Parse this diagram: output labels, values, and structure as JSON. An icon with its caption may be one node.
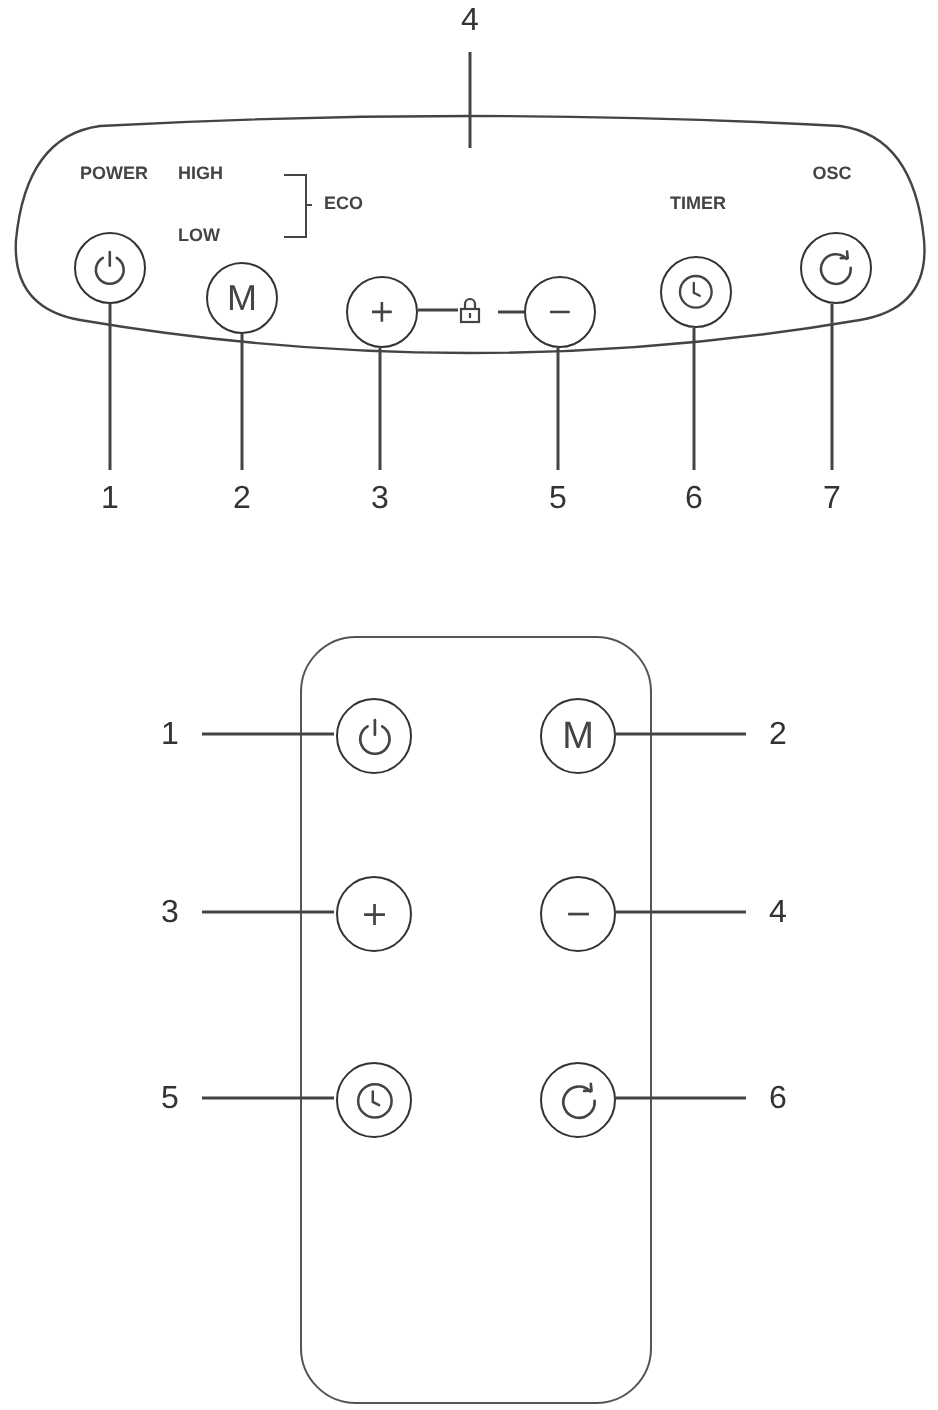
{
  "diagram": {
    "nodes": [
      {
        "text": [
          "4"
        ]
      },
      {
        "text": [],
        "shape": "box"
      },
      {
        "text": [],
        "shape": "circle",
        "in": 1
      },
      {
        "text": [
          "M"
        ],
        "in": 1
      },
      {
        "text": [],
        "shape": "circle",
        "in": 1
      },
      {
        "text": [],
        "shape": "picture",
        "in": 1
      },
      {
        "text": [],
        "shape": "circle",
        "in": 1
      },
      {
        "text": [],
        "shape": "circle",
        "in": 1
      },
      {
        "text": [],
        "shape": "circle",
        "in": 1
      },
      {
        "text": [
          "1"
        ]
      },
      {
        "text": [
          "2"
        ]
      },
      {
        "text": [
          "3"
        ]
      },
      {
        "text": [
          "5"
        ]
      },
      {
        "text": [
          "6"
        ]
      },
      {
        "text": [
          "7"
        ]
      },
      {
        "text": [],
        "shape": "box"
      },
      {
        "text": [],
        "shape": "circle",
        "in": 15
      },
      {
        "text": [
          "M"
        ],
        "in": 15
      },
      {
        "text": [],
        "shape": "circle",
        "in": 15
      },
      {
        "text": [],
        "shape": "circle",
        "in": 15
      },
      {
        "text": [],
        "shape": "circle",
        "in": 15
      },
      {
        "text": [],
        "shape": "circle",
        "in": 15
      },
      {
        "text": [
          "1"
        ]
      },
      {
        "text": [
          "2"
        ]
      },
      {
        "text": [
          "3"
        ]
      },
      {
        "text": [
          "4"
        ]
      },
      {
        "text": [
          "5"
        ]
      },
      {
        "text": [
          "6"
        ]
      }
    ],
    "edges": [
      {
        "from": 0,
        "to": 1,
        "arrow": "none"
      },
      {
        "from": 4,
        "to": 5,
        "arrow": "none"
      },
      {
        "from": 5,
        "to": 6,
        "arrow": "none"
      },
      {
        "from": 9,
        "to": 2,
        "arrow": "none"
      },
      {
        "from": 10,
        "to": 3,
        "arrow": "none"
      },
      {
        "from": 11,
        "to": 4,
        "arrow": "none"
      },
      {
        "from": 12,
        "to": 6,
        "arrow": "none"
      },
      {
        "from": 13,
        "to": 7,
        "arrow": "none"
      },
      {
        "from": 14,
        "to": 8,
        "arrow": "none"
      },
      {
        "from": 22,
        "to": 16,
        "arrow": "none"
      },
      {
        "from": 23,
        "to": 17,
        "arrow": "none"
      },
      {
        "from": 24,
        "to": 18,
        "arrow": "none"
      },
      {
        "from": 25,
        "to": 19,
        "arrow": "none"
      },
      {
        "from": 26,
        "to": 20,
        "arrow": "none"
      },
      {
        "from": 27,
        "to": 21,
        "arrow": "none"
      }
    ],
    "labels": [
      "POWER",
      "HIGH",
      "LOW",
      "ECO",
      "TIMER",
      "OSC"
    ]
  }
}
